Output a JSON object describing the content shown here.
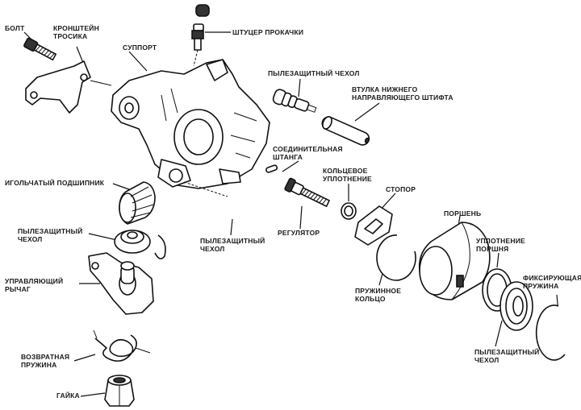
{
  "labels": {
    "bolt": "БОЛТ",
    "cable_bracket": "КРОНШТЕЙН\nТРОСИКА",
    "caliper": "СУППОРТ",
    "bleeder": "ШТУЦЕР ПРОКАЧКИ",
    "dust_boot_top": "ПЫЛЕЗАЩИТНЫЙ ЧЕХОЛ",
    "pin_bushing": "ВТУЛКА НИЖНЕГО\nНАПРАВЛЯЮЩЕГО ШТИФТА",
    "connecting_rod": "СОЕДИНИТЕЛЬНАЯ\nШТАНГА",
    "o_ring": "КОЛЬЦЕВОЕ\nУПЛОТНЕНИЕ",
    "stopper": "СТОПОР",
    "needle_bearing": "ИГОЛЬЧАТЫЙ ПОДШИПНИК",
    "piston": "ПОРШЕНЬ",
    "dust_boot_left": "ПЫЛЕЗАЩИТНЫЙ\nЧЕХОЛ",
    "adjuster": "РЕГУЛЯТОР",
    "dust_boot_mid": "ПЫЛЕЗАЩИТНЫЙ\nЧЕХОЛ",
    "piston_seal": "УПЛОТНЕНИЕ\nПОРШНЯ",
    "control_lever": "УПРАВЛЯЮЩИЙ\nРЫЧАГ",
    "spring_ring": "ПРУЖИННОЕ\nКОЛЬЦО",
    "retaining_spring": "ФИКСИРУЮЩАЯ\nПРУЖИНА",
    "return_spring": "ВОЗВРАТНАЯ\nПРУЖИНА",
    "dust_boot_bottom": "ПЫЛЕЗАЩИТНЫЙ\nЧЕХОЛ",
    "nut": "ГАЙКА"
  }
}
